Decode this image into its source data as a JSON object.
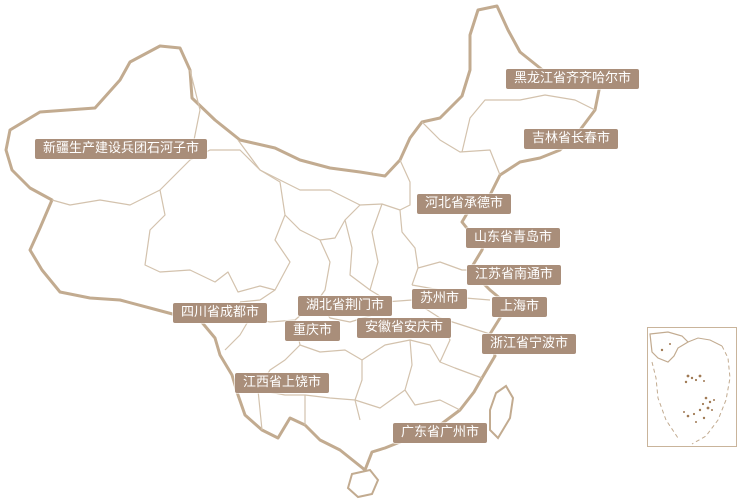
{
  "map": {
    "colors": {
      "label_bg": "#a98e7a",
      "label_text": "#ffffff",
      "outline": "#c2ab90",
      "province_border": "#d3c2ad"
    },
    "city_labels": [
      {
        "id": "qiqihar",
        "text": "黑龙江省齐齐哈尔市"
      },
      {
        "id": "changchun",
        "text": "吉林省长春市"
      },
      {
        "id": "shihezi",
        "text": "新疆生产建设兵团石河子市"
      },
      {
        "id": "chengde",
        "text": "河北省承德市"
      },
      {
        "id": "qingdao",
        "text": "山东省青岛市"
      },
      {
        "id": "nantong",
        "text": "江苏省南通市"
      },
      {
        "id": "suzhou",
        "text": "苏州市"
      },
      {
        "id": "shanghai",
        "text": "上海市"
      },
      {
        "id": "chengdu",
        "text": "四川省成都市"
      },
      {
        "id": "jingmen",
        "text": "湖北省荆门市"
      },
      {
        "id": "chongqing",
        "text": "重庆市"
      },
      {
        "id": "anqing",
        "text": "安徽省安庆市"
      },
      {
        "id": "ningbo",
        "text": "浙江省宁波市"
      },
      {
        "id": "shangrao",
        "text": "江西省上饶市"
      },
      {
        "id": "guangzhou",
        "text": "广东省广州市"
      }
    ]
  }
}
